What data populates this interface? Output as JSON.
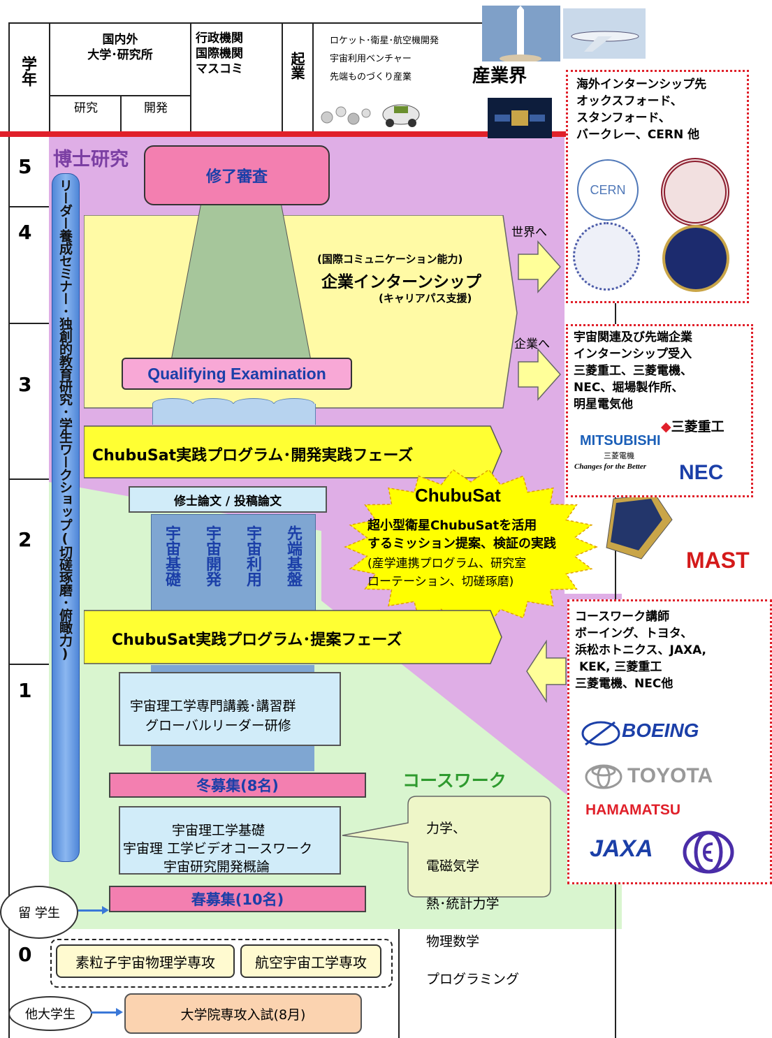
{
  "header": {
    "gakunen": "学年",
    "univ": "国内外\n大学･研究所",
    "research": "研究",
    "development": "開発",
    "gov": "行政機関\n国際機関\nマスコミ",
    "kigyo": "起業",
    "industry_desc": "ロケット･衛星･航空機開発\n宇宙利用ベンチャー\n先端ものづくり産業",
    "industry": "産業界"
  },
  "years": [
    "5",
    "4",
    "3",
    "2",
    "1",
    "0"
  ],
  "phd_label": "博士研究",
  "seminar_bar": "リーダー養成セミナー･独創的教育研究･学生ワークショップ(切磋琢磨･俯瞰力)",
  "shuryo": "修了審査",
  "internship": {
    "l1": "(国際コミュニケーション能力)",
    "l2": "企業インターンシップ",
    "l3": "(キャリアパス支援)"
  },
  "to_world": "世界へ",
  "to_company": "企業へ",
  "qe": "Qualifying Examination",
  "dev_phase": "ChubuSat実践プログラム･開発実践フェーズ",
  "thesis": "修士論文 / 投稿論文",
  "columns": [
    "宇宙基礎",
    "宇宙開発",
    "宇宙利用",
    "先端基盤"
  ],
  "chubusat": {
    "title": "ChubuSat",
    "l1": "超小型衛星ChubuSatを活用",
    "l2": "するミッション提案、検証の実践",
    "l3": "(産学連携プログラム、研究室",
    "l4": "ローテーション、切磋琢磨)"
  },
  "proposal_phase": "ChubuSat実践プログラム･提案フェーズ",
  "lecture": {
    "l1": "宇宙理工学専門講義･講習群",
    "l2": "グローバルリーダー研修"
  },
  "winter": "冬募集(8名)",
  "coursework": "コースワーク",
  "basics": {
    "l1": "宇宙理工学基礎",
    "l2": "宇宙理 工学ビデオコースワーク",
    "l3": "宇宙研究開発概論"
  },
  "subjects": [
    "力学、",
    "電磁気学",
    "熱･統計力学",
    "物理数学",
    "プログラミング"
  ],
  "spring": "春募集(10名)",
  "ryugakusei": "留 学生",
  "majors": [
    "素粒子宇宙物理学専攻",
    "航空宇宙工学専攻"
  ],
  "tadaigakusei": "他大学生",
  "exam": "大学院専攻入試(8月)",
  "overseas": {
    "l1": "海外インターンシップ先",
    "l2": "オックスフォード、",
    "l3": "スタンフォード、",
    "l4": "バークレー、CERN 他",
    "cern": "CERN"
  },
  "domestic": {
    "l1": "宇宙関連及び先端企業",
    "l2": "インターンシップ受入",
    "l3": "三菱重工、三菱電機、",
    "l4": "NEC、堀場製作所、",
    "l5": "明星電気他",
    "mhi": "三菱重工",
    "mitsubishi": "MITSUBISHI",
    "mel": "三菱電機",
    "tagline": "Changes for the Better",
    "nec": "NEC"
  },
  "lecturers": {
    "l1": "コースワーク講師",
    "l2": "ボーイング、トヨタ、",
    "l3": "浜松ホトニクス、JAXA,",
    "l4": "KEK, 三菱重工",
    "l5": "三菱電機、NEC他",
    "boeing": "BOEING",
    "toyota": "TOYOTA",
    "hamamatsu": "HAMAMATSU",
    "jaxa": "JAXA"
  },
  "mast": "MAST",
  "colors": {
    "purple": "#dfaee6",
    "green": "#d9f5cf",
    "yellow": "#fffaa5",
    "pink": "#f37fb0",
    "red": "#e0202a",
    "blue": "#1b3fa8"
  }
}
